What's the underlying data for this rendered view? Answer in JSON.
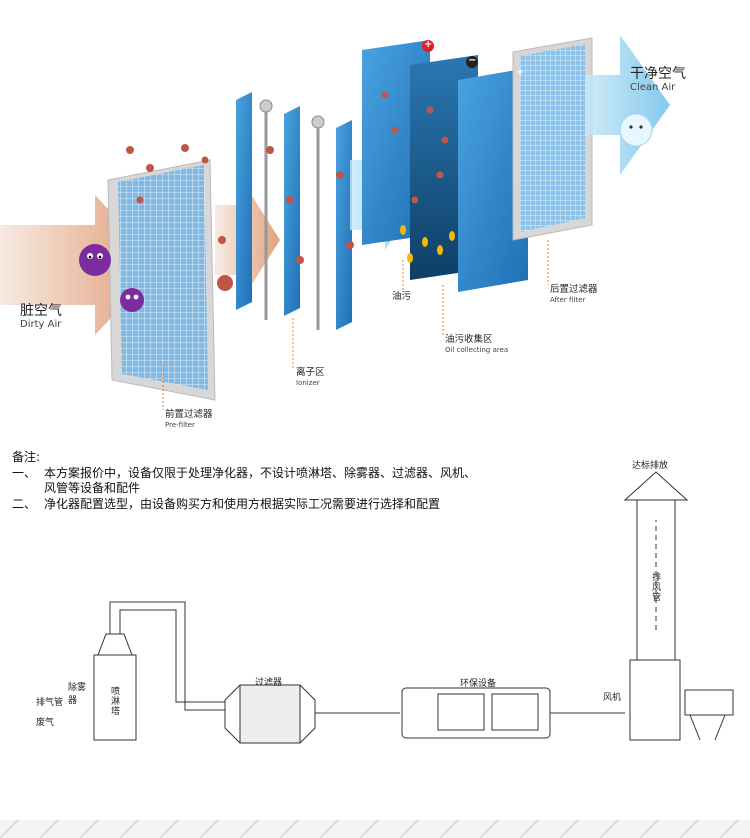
{
  "top_diagram": {
    "dirty_air": {
      "zh": "脏空气",
      "en": "Dirty Air"
    },
    "clean_air": {
      "zh": "干净空气",
      "en": "Clean Air"
    },
    "pre_filter": {
      "zh": "前置过滤器",
      "en": "Pre-filter"
    },
    "ionizer": {
      "zh": "离子区",
      "en": "Ionizer"
    },
    "oil_stain": {
      "zh": "油污"
    },
    "oil_collecting": {
      "zh": "油污收集区",
      "en": "Oil collecting area"
    },
    "after_filter": {
      "zh": "后置过滤器",
      "en": "After filter"
    },
    "plus_sign": "+",
    "minus_sign": "−"
  },
  "notes": {
    "heading": "备注:",
    "items": [
      {
        "index": "一、",
        "line1": "本方案报价中，设备仅限于处理净化器，不设计喷淋塔、除雾器、过滤器、风机、",
        "line2": "风管等设备和配件"
      },
      {
        "index": "二、",
        "line1": "净化器配置选型，由设备购买方和使用方根据实际工况需要进行选择和配置"
      }
    ]
  },
  "system_diagram": {
    "exhaust_pipe": "排气管",
    "waste_gas": "废气",
    "demister": "除雾器",
    "spray_tower": "喷淋塔",
    "filter": "过滤器",
    "env_equipment": "环保设备",
    "fan": "风机",
    "exhaust_duct": "排风管",
    "standard_discharge": "达标排放"
  },
  "colors": {
    "panel_blue": "#3b8ed0",
    "panel_dark": "#1e5a8a",
    "arrow_light": "#a8d8f0",
    "germ": "#7b2c9e",
    "oil": "#f5b800"
  }
}
